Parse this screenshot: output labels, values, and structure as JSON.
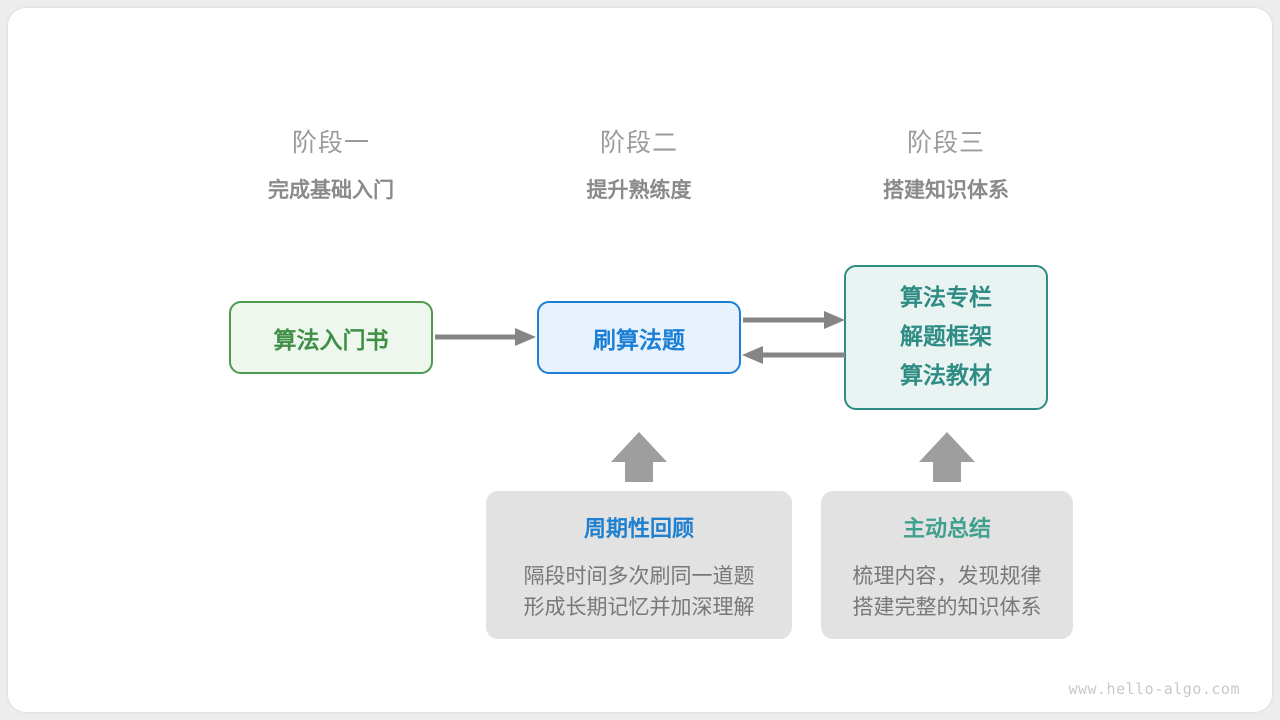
{
  "stages": [
    {
      "name": "阶段一",
      "desc": "完成基础入门"
    },
    {
      "name": "阶段二",
      "desc": "提升熟练度"
    },
    {
      "name": "阶段三",
      "desc": "搭建知识体系"
    }
  ],
  "flow": {
    "book": {
      "label": "算法入门书",
      "border_color": "#4e9a4e",
      "fill_color": "#eef7ee",
      "text_color": "#3f8f47"
    },
    "practice": {
      "label": "刷算法题",
      "border_color": "#1c7fd6",
      "fill_color": "#e7f2fd",
      "text_color": "#1c7fd6"
    },
    "resources": {
      "lines": [
        "算法专栏",
        "解题框架",
        "算法教材"
      ],
      "border_color": "#2e8c84",
      "fill_color": "#e9f4f2",
      "text_color": "#2e8c84"
    }
  },
  "arrows": {
    "color": "#858585",
    "book_to_practice": "right",
    "practice_to_resources": "right",
    "resources_to_practice": "left",
    "review_up": "up",
    "summary_up": "up"
  },
  "notes": [
    {
      "title": "周期性回顾",
      "title_color": "#2080d0",
      "body_line_1": "隔段时间多次刷同一道题",
      "body_line_2": "形成长期记忆并加深理解"
    },
    {
      "title": "主动总结",
      "title_color": "#3fa08e",
      "body_line_1": "梳理内容，发现规律",
      "body_line_2": "搭建完整的知识体系"
    }
  ],
  "watermark": "www.hello-algo.com"
}
